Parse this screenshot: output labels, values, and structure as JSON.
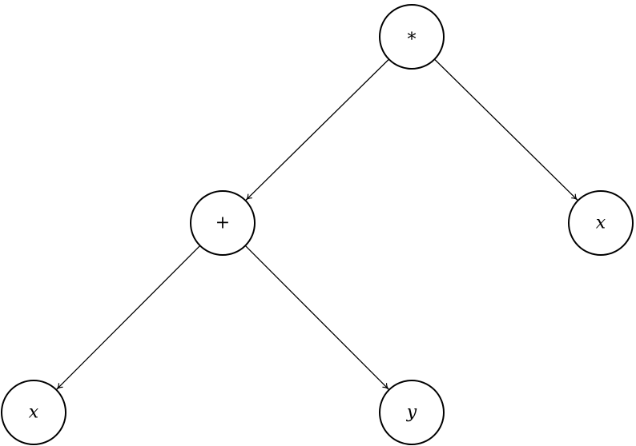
{
  "nodes": [
    {
      "id": "mul",
      "label": "*",
      "italic": false
    },
    {
      "id": "plus",
      "label": "+",
      "italic": false
    },
    {
      "id": "x1",
      "label": "x",
      "italic": true
    },
    {
      "id": "x2",
      "label": "x",
      "italic": true
    },
    {
      "id": "y",
      "label": "y",
      "italic": true
    }
  ],
  "edges": [
    {
      "from": "mul",
      "to": "plus"
    },
    {
      "from": "mul",
      "to": "x1"
    },
    {
      "from": "plus",
      "to": "x2"
    },
    {
      "from": "plus",
      "to": "y"
    }
  ]
}
